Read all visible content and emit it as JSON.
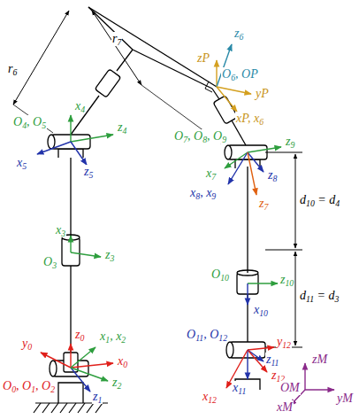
{
  "diagram": {
    "labels": [
      "r6",
      "r7",
      "zP",
      "z6",
      "O6, OP",
      "yP",
      "xP, x6",
      "O4, O5",
      "x4",
      "z4",
      "x5",
      "z5",
      "O7, O8, O9",
      "z9",
      "x7",
      "x8, x9",
      "z8",
      "z7",
      "d10 = d4",
      "x3",
      "z3",
      "O3",
      "O10",
      "z10",
      "x10",
      "d11 = d3",
      "z0",
      "y0",
      "x1, x2",
      "x0",
      "z2",
      "O0, O1, O2",
      "z1",
      "O11, O12",
      "y12",
      "z11",
      "z12",
      "x11",
      "x12",
      "zM",
      "yM",
      "OM",
      "xM"
    ]
  }
}
